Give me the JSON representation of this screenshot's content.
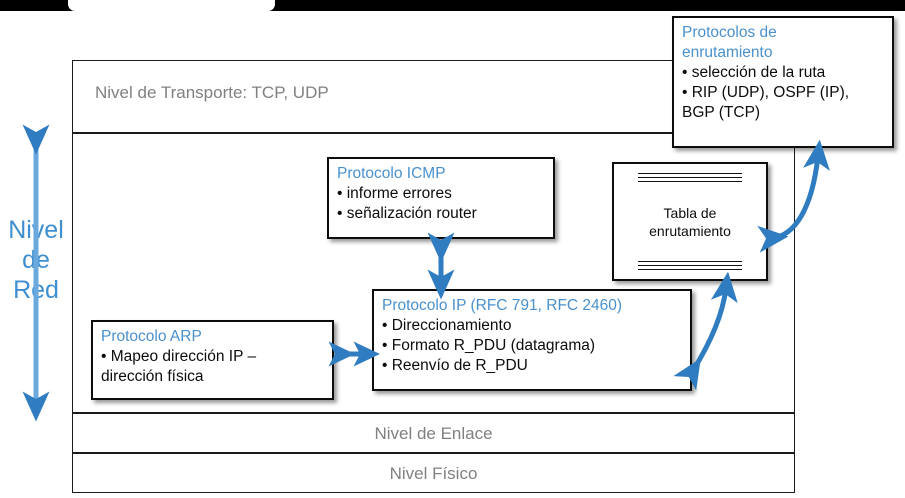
{
  "side": {
    "label_lines": [
      "Nivel",
      "de",
      "Red"
    ],
    "accent_color": "#3f8fd0"
  },
  "stack": {
    "transport_label": "Nivel de Transporte: TCP, UDP",
    "enlace_label": "Nivel de Enlace",
    "fisico_label": "Nivel Físico",
    "label_color": "#808080",
    "border_color": "#1a1a1a"
  },
  "callouts": {
    "routing_protocols": {
      "title_line1": "Protocolos de",
      "title_line2": "enrutamiento",
      "bullet1": "• selección de la ruta",
      "bullet2": "• RIP (UDP), OSPF (IP),",
      "bullet2_cont": "BGP (TCP)"
    },
    "icmp": {
      "title": "Protocolo ICMP",
      "bullet1": "• informe errores",
      "bullet2": "• señalización router"
    },
    "ip": {
      "title": "Protocolo IP (RFC 791, RFC 2460)",
      "bullet1": "• Direccionamiento",
      "bullet2": "• Formato R_PDU (datagrama)",
      "bullet3": "• Reenvío de R_PDU"
    },
    "arp": {
      "title": "Protocolo ARP",
      "bullet1": "• Mapeo dirección IP –",
      "bullet1_cont": "dirección física"
    }
  },
  "routing_table": {
    "title_line1": "Tabla de",
    "title_line2": "enrutamiento"
  },
  "arrows": {
    "color": "#2f7cc0",
    "icmp_ip_connector": "vertical-double-arrow",
    "arp_ip_connector": "horizontal-double-arrow",
    "table_protocols_connector": "curved-double-arrow",
    "ip_table_connector": "curved-double-arrow",
    "network_level_span": "vertical-double-arrow"
  },
  "heading_color": "#4a90cd"
}
